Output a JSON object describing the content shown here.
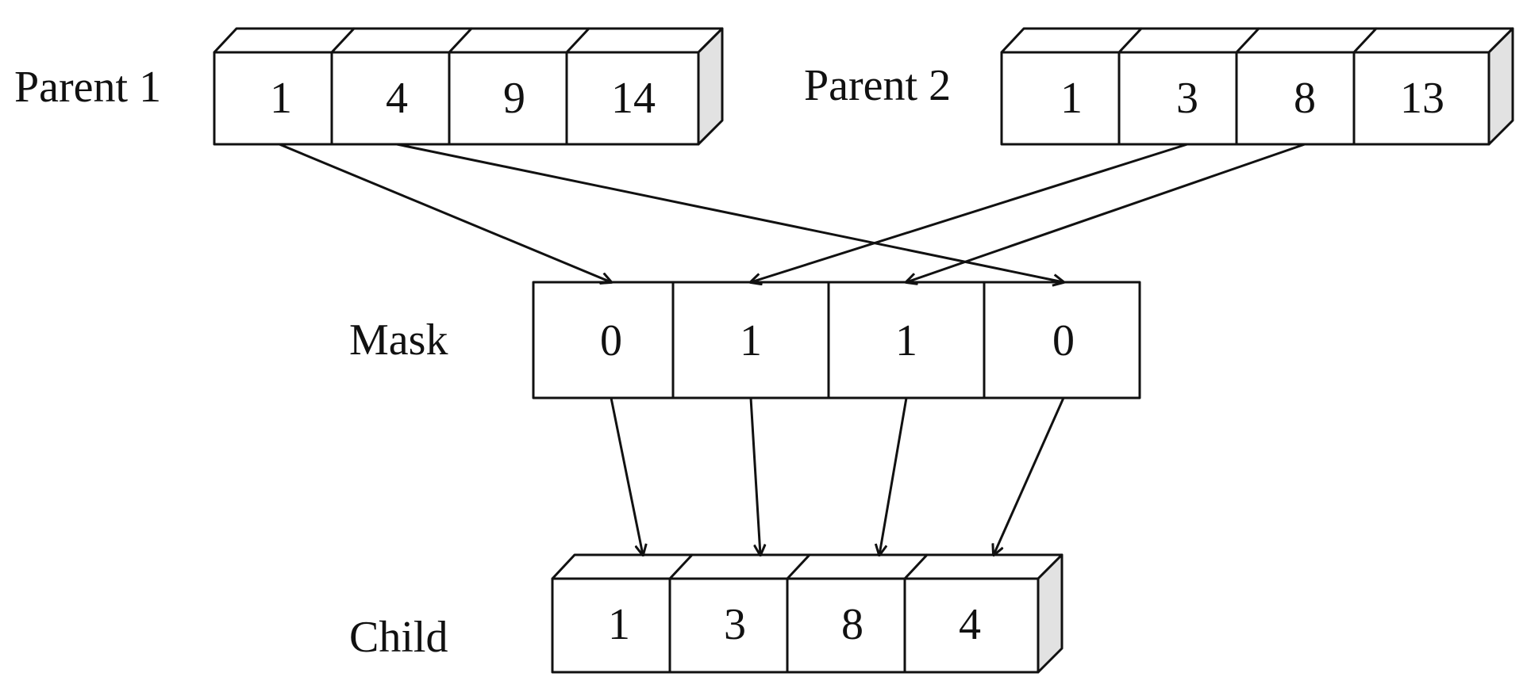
{
  "colors": {
    "stroke": "#111111",
    "face": "#ffffff",
    "side": "#e2e2e2"
  },
  "arrays": {
    "parent1": {
      "label": "Parent 1",
      "cells": [
        "1",
        "4",
        "9",
        "14"
      ]
    },
    "parent2": {
      "label": "Parent 2",
      "cells": [
        "1",
        "3",
        "8",
        "13"
      ]
    },
    "mask": {
      "label": "Mask",
      "cells": [
        "0",
        "1",
        "1",
        "0"
      ]
    },
    "child": {
      "label": "Child",
      "cells": [
        "1",
        "3",
        "8",
        "4"
      ]
    }
  }
}
